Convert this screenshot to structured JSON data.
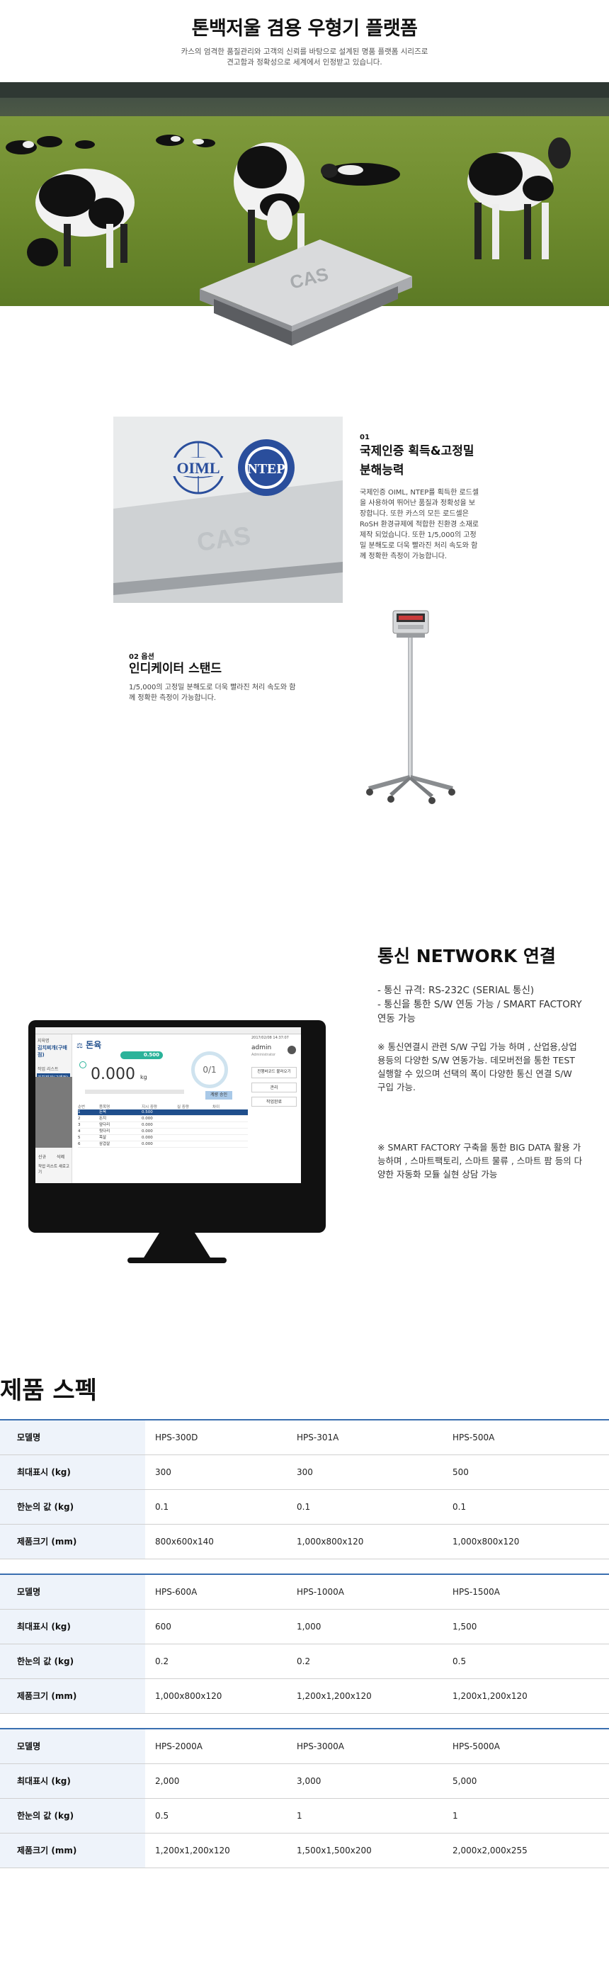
{
  "hero": {
    "title": "톤백저울 겸용 우형기 플랫폼",
    "subtitle_1": "카스의 엄격한 품질관리와 고객의 신뢰를 바탕으로 설계된 명품 플랫폼 시리즈로",
    "subtitle_2": "견고함과 정확성으로 세계에서 인정받고 있습니다.",
    "plate_logo": "CAS"
  },
  "feature1": {
    "number": "01",
    "title_1": "국제인증 획득&고정밀",
    "title_2": "분해능력",
    "body": "국제인증 OIML, NTEP를 획득한 로드셀을 사용하여 뛰어난 품질과 정확성을 보장합니다. 또한 카스의 모든 로드셀은 RoSH 환경규제에 적합한 친환경 소재로 제작 되었습니다. 또한 1/5,000의 고정밀 분해도로 더욱 빨라진 처리 속도와 함께 정확한 측정이 가능합니다.",
    "badge_oiml": "OIML",
    "badge_ntep": "NTEP",
    "photo_logo": "CAS"
  },
  "feature2": {
    "number": "02 옵션",
    "title": "인디케이터 스탠드",
    "body": "1/5,000의 고정밀 분해도로 더욱 빨라진 처리 속도와 함께 정확한 측정이 가능합니다."
  },
  "network": {
    "title": "통신 NETWORK 연결",
    "bullet1": "- 통신 규격: RS-232C (SERIAL 통신)",
    "bullet2": "- 통신을 통한 S/W 연동 가능 / SMART FACTORY 연동 가능",
    "note1": "※ 통신연결시 관련 S/W 구입 가능 하며 , 산업용,상업용등의 다양한 S/W 연동가능. 데모버전을 통한 TEST 실행할 수 있으며 선택의 폭이 다양한 통신 연결 S/W 구입 가능.",
    "note2": "※ SMART FACTORY 구축을 통한 BIG DATA 활용 가능하며 , 스마트팩토리, 스마트 물류 , 스마트 팜 등의 다양한 자동화 모듈 실현 상담 가능"
  },
  "app": {
    "title": "돈육",
    "weight": "0.000",
    "unit": "kg",
    "target": "0.500",
    "count": "0/1",
    "user": "admin",
    "user_role": "Administrator",
    "date": "2017/02/08 14:37:07",
    "btn_register": "계량 승인",
    "side_btn1": "진행바코드 불러오기",
    "side_btn2": "관리",
    "side_btn3": "작업완료",
    "left_title": "지육명",
    "left_sub": "김치찌개(구매점)",
    "left_item1": "작업 리스트",
    "left_item2": "김치찌개(구매점)",
    "left_btn1": "신규",
    "left_btn2": "삭제",
    "left_btn3": "작업 리스트 새로고기",
    "table_headers": [
      "순번",
      "품목명",
      "지시 중량",
      "실 중량",
      "차이"
    ],
    "table_rows": [
      [
        "1",
        "돈육",
        "0.500",
        "",
        ""
      ],
      [
        "2",
        "돈지",
        "0.000",
        "",
        ""
      ],
      [
        "3",
        "앞다리",
        "0.000",
        "",
        ""
      ],
      [
        "4",
        "뒷다리",
        "0.000",
        "",
        ""
      ],
      [
        "5",
        "목살",
        "0.000",
        "",
        ""
      ],
      [
        "6",
        "삼겹살",
        "0.000",
        "",
        ""
      ]
    ]
  },
  "spec": {
    "title": "제품 스펙",
    "row_labels": [
      "모델명",
      "최대표시 (kg)",
      "한눈의 값 (kg)",
      "제품크기 (mm)"
    ],
    "groups": [
      {
        "model": [
          "HPS-300D",
          "HPS-301A",
          "HPS-500A"
        ],
        "max": [
          "300",
          "300",
          "500"
        ],
        "division": [
          "0.1",
          "0.1",
          "0.1"
        ],
        "size": [
          "800x600x140",
          "1,000x800x120",
          "1,000x800x120"
        ]
      },
      {
        "model": [
          "HPS-600A",
          "HPS-1000A",
          "HPS-1500A"
        ],
        "max": [
          "600",
          "1,000",
          "1,500"
        ],
        "division": [
          "0.2",
          "0.2",
          "0.5"
        ],
        "size": [
          "1,000x800x120",
          "1,200x1,200x120",
          "1,200x1,200x120"
        ]
      },
      {
        "model": [
          "HPS-2000A",
          "HPS-3000A",
          "HPS-5000A"
        ],
        "max": [
          "2,000",
          "3,000",
          "5,000"
        ],
        "division": [
          "0.5",
          "1",
          "1"
        ],
        "size": [
          "1,200x1,200x120",
          "1,500x1,500x200",
          "2,000x2,000x255"
        ]
      }
    ]
  },
  "colors": {
    "spec_header_line": "#3a6fb0",
    "spec_label_bg": "#eef3fa",
    "accent_teal": "#2bb39a",
    "app_blue": "#1f4e8c"
  }
}
